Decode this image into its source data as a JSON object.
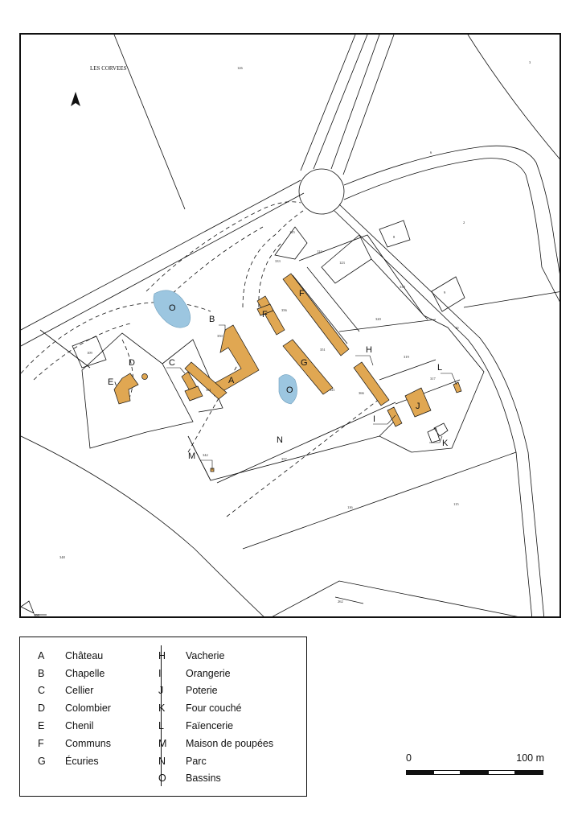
{
  "map": {
    "place_name": "LES CORVEES",
    "parcels": [
      "126",
      "3",
      "6",
      "2",
      "125",
      "124",
      "123",
      "8",
      "9",
      "333",
      "334",
      "10",
      "350",
      "351",
      "356",
      "320",
      "319",
      "109",
      "317",
      "116",
      "115",
      "348",
      "106",
      "262",
      "357",
      "361",
      "342",
      "366",
      "121"
    ],
    "labels": {
      "A": "A",
      "B": "B",
      "C": "C",
      "D": "D",
      "E": "E",
      "F1": "F",
      "F2": "F",
      "G": "G",
      "H": "H",
      "I": "I",
      "J": "J",
      "K": "K",
      "L": "L",
      "M": "M",
      "N": "N",
      "O1": "O",
      "O2": "O"
    },
    "colors": {
      "building": "#e0a752",
      "pond": "#9cc6e0",
      "outline": "#111111"
    },
    "icons": [
      "north-arrow-icon"
    ]
  },
  "legend": {
    "left": [
      {
        "key": "A",
        "label": "Château"
      },
      {
        "key": "B",
        "label": "Chapelle"
      },
      {
        "key": "C",
        "label": "Cellier"
      },
      {
        "key": "D",
        "label": "Colombier"
      },
      {
        "key": "E",
        "label": "Chenil"
      },
      {
        "key": "F",
        "label": "Communs"
      },
      {
        "key": "G",
        "label": "Écuries"
      }
    ],
    "right": [
      {
        "key": "H",
        "label": "Vacherie"
      },
      {
        "key": "I",
        "label": "Orangerie"
      },
      {
        "key": "J",
        "label": "Poterie"
      },
      {
        "key": "K",
        "label": "Four couché"
      },
      {
        "key": "L",
        "label": "Faïencerie"
      },
      {
        "key": "M",
        "label": "Maison de poupées"
      },
      {
        "key": "N",
        "label": "Parc"
      },
      {
        "key": "O",
        "label": "Bassins"
      }
    ]
  },
  "scale": {
    "start": "0",
    "end": "100 m"
  }
}
